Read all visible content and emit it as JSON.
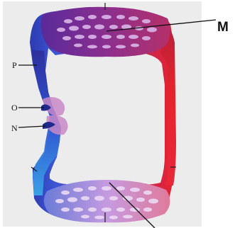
{
  "labels": {
    "m": "M",
    "p": "P",
    "o": "O",
    "n": "N"
  },
  "colors": {
    "deoxygenated": "#2a3fb8",
    "oxygenated": "#e2222e",
    "capillary": "#c79be0",
    "background": "#ececec"
  }
}
